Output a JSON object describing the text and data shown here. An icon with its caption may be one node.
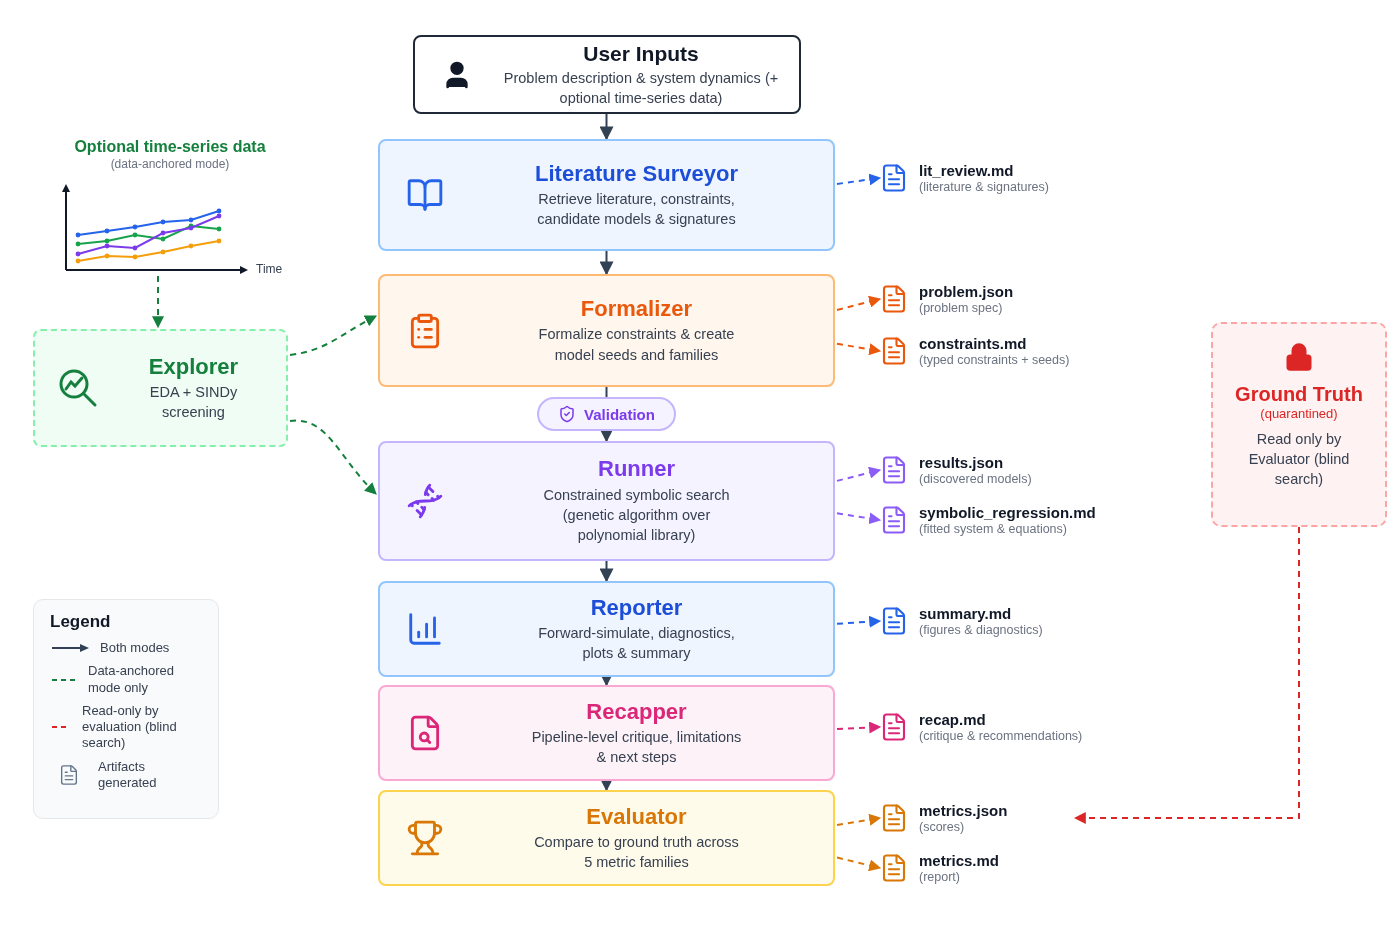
{
  "diagram": {
    "nodes": [
      {
        "text": [
          "User Inputs",
          "Problem description & system dynamics (+ optional time-series data)"
        ]
      },
      {
        "text": [
          "Literature Surveyor",
          "Retrieve literature, constraints, candidate models & signatures"
        ]
      },
      {
        "text": [
          "Formalizer",
          "Formalize constraints & create model seeds and families"
        ]
      },
      {
        "text": [
          "Validation"
        ]
      },
      {
        "text": [
          "Runner",
          "Constrained symbolic search (genetic algorithm over polynomial library)"
        ]
      },
      {
        "text": [
          "Reporter",
          "Forward-simulate, diagnostics, plots & summary"
        ]
      },
      {
        "text": [
          "Recapper",
          "Pipeline-level critique, limitations & next steps"
        ]
      },
      {
        "text": [
          "Evaluator",
          "Compare to ground truth across 5 metric families"
        ]
      },
      {
        "text": [
          "Explorer",
          "EDA + SINDy screening"
        ]
      },
      {
        "text": [
          "Optional time-series data",
          "(data-anchored mode)"
        ]
      },
      {
        "text": [
          "lit_review.md",
          "(literature & signatures)"
        ]
      },
      {
        "text": [
          "problem.json",
          "(problem spec)"
        ]
      },
      {
        "text": [
          "constraints.md",
          "(typed constraints + seeds)"
        ]
      },
      {
        "text": [
          "results.json",
          "(discovered models)"
        ]
      },
      {
        "text": [
          "symbolic_regression.md",
          "(fitted system & equations)"
        ]
      },
      {
        "text": [
          "summary.md",
          "(figures & diagnostics)"
        ]
      },
      {
        "text": [
          "recap.md",
          "(critique & recommendations)"
        ]
      },
      {
        "text": [
          "metrics.json",
          "(scores)"
        ]
      },
      {
        "text": [
          "metrics.md",
          "(report)"
        ]
      },
      {
        "text": [
          "Ground Truth",
          "(quarantined)",
          "Read only by Evaluator (blind search)"
        ]
      }
    ],
    "edges": [
      {
        "from": 0,
        "to": 1,
        "arrow": "to",
        "color": "#334155"
      },
      {
        "from": 1,
        "to": 2,
        "arrow": "to",
        "color": "#334155"
      },
      {
        "from": 2,
        "to": 3,
        "arrow": "none",
        "color": "#334155"
      },
      {
        "from": 3,
        "to": 4,
        "arrow": "to",
        "color": "#334155"
      },
      {
        "from": 4,
        "to": 5,
        "arrow": "to",
        "color": "#334155"
      },
      {
        "from": 5,
        "to": 6,
        "arrow": "to",
        "color": "#334155"
      },
      {
        "from": 6,
        "to": 7,
        "arrow": "to",
        "color": "#334155"
      },
      {
        "from": 9,
        "to": 8,
        "arrow": "to",
        "style": "dashed",
        "color": "#15803d"
      },
      {
        "from": 8,
        "to": 2,
        "arrow": "to",
        "style": "dashed",
        "color": "#15803d"
      },
      {
        "from": 8,
        "to": 4,
        "arrow": "to",
        "style": "dashed",
        "color": "#15803d"
      },
      {
        "from": 1,
        "to": 10,
        "arrow": "to",
        "style": "dashed",
        "color": "#2563eb"
      },
      {
        "from": 2,
        "to": 11,
        "arrow": "to",
        "style": "dashed",
        "color": "#ea580c"
      },
      {
        "from": 2,
        "to": 12,
        "arrow": "to",
        "style": "dashed",
        "color": "#ea580c"
      },
      {
        "from": 4,
        "to": 13,
        "arrow": "to",
        "style": "dashed",
        "color": "#8b5cf6"
      },
      {
        "from": 4,
        "to": 14,
        "arrow": "to",
        "style": "dashed",
        "color": "#8b5cf6"
      },
      {
        "from": 5,
        "to": 15,
        "arrow": "to",
        "style": "dashed",
        "color": "#2563eb"
      },
      {
        "from": 6,
        "to": 16,
        "arrow": "to",
        "style": "dashed",
        "color": "#db2777"
      },
      {
        "from": 7,
        "to": 17,
        "arrow": "to",
        "style": "dashed",
        "color": "#d97706"
      },
      {
        "from": 7,
        "to": 18,
        "arrow": "to",
        "style": "dashed",
        "color": "#d97706"
      },
      {
        "from": 19,
        "to": 17,
        "arrow": "to",
        "style": "dashed",
        "color": "#dc2626"
      }
    ],
    "labels": [
      "Time",
      "Legend"
    ],
    "legend": [
      {
        "text": "Both modes"
      },
      {
        "text": "Data-anchored mode only"
      },
      {
        "text": "Read-only by evaluation (blind search)"
      },
      {
        "text": "Artifacts generated"
      }
    ]
  }
}
